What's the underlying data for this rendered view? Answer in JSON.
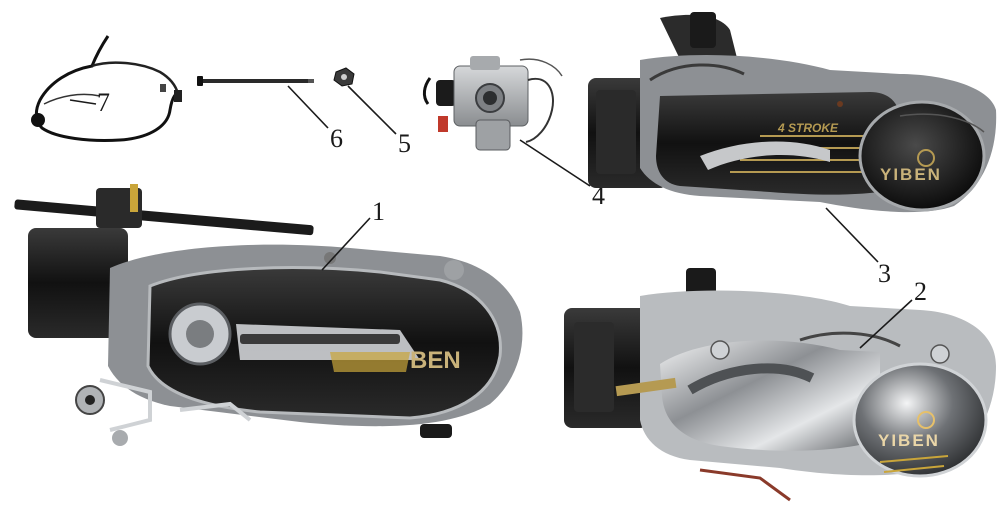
{
  "callouts": {
    "part1": "1",
    "part2": "2",
    "part3": "3",
    "part4": "4",
    "part5": "5",
    "part6": "6",
    "part7": "7"
  },
  "engine_markings": {
    "brand_main": "YIBEN",
    "brand_partial": "BEN",
    "brand_chrome": "YIBEN",
    "stroke_label": "4 STROKE"
  },
  "colors": {
    "engine_black": "#151515",
    "metal_silver": "#b9bcbf",
    "chrome": "#d9dcdf",
    "gold_trim": "#b59a52",
    "line": "#1a1a1a"
  }
}
